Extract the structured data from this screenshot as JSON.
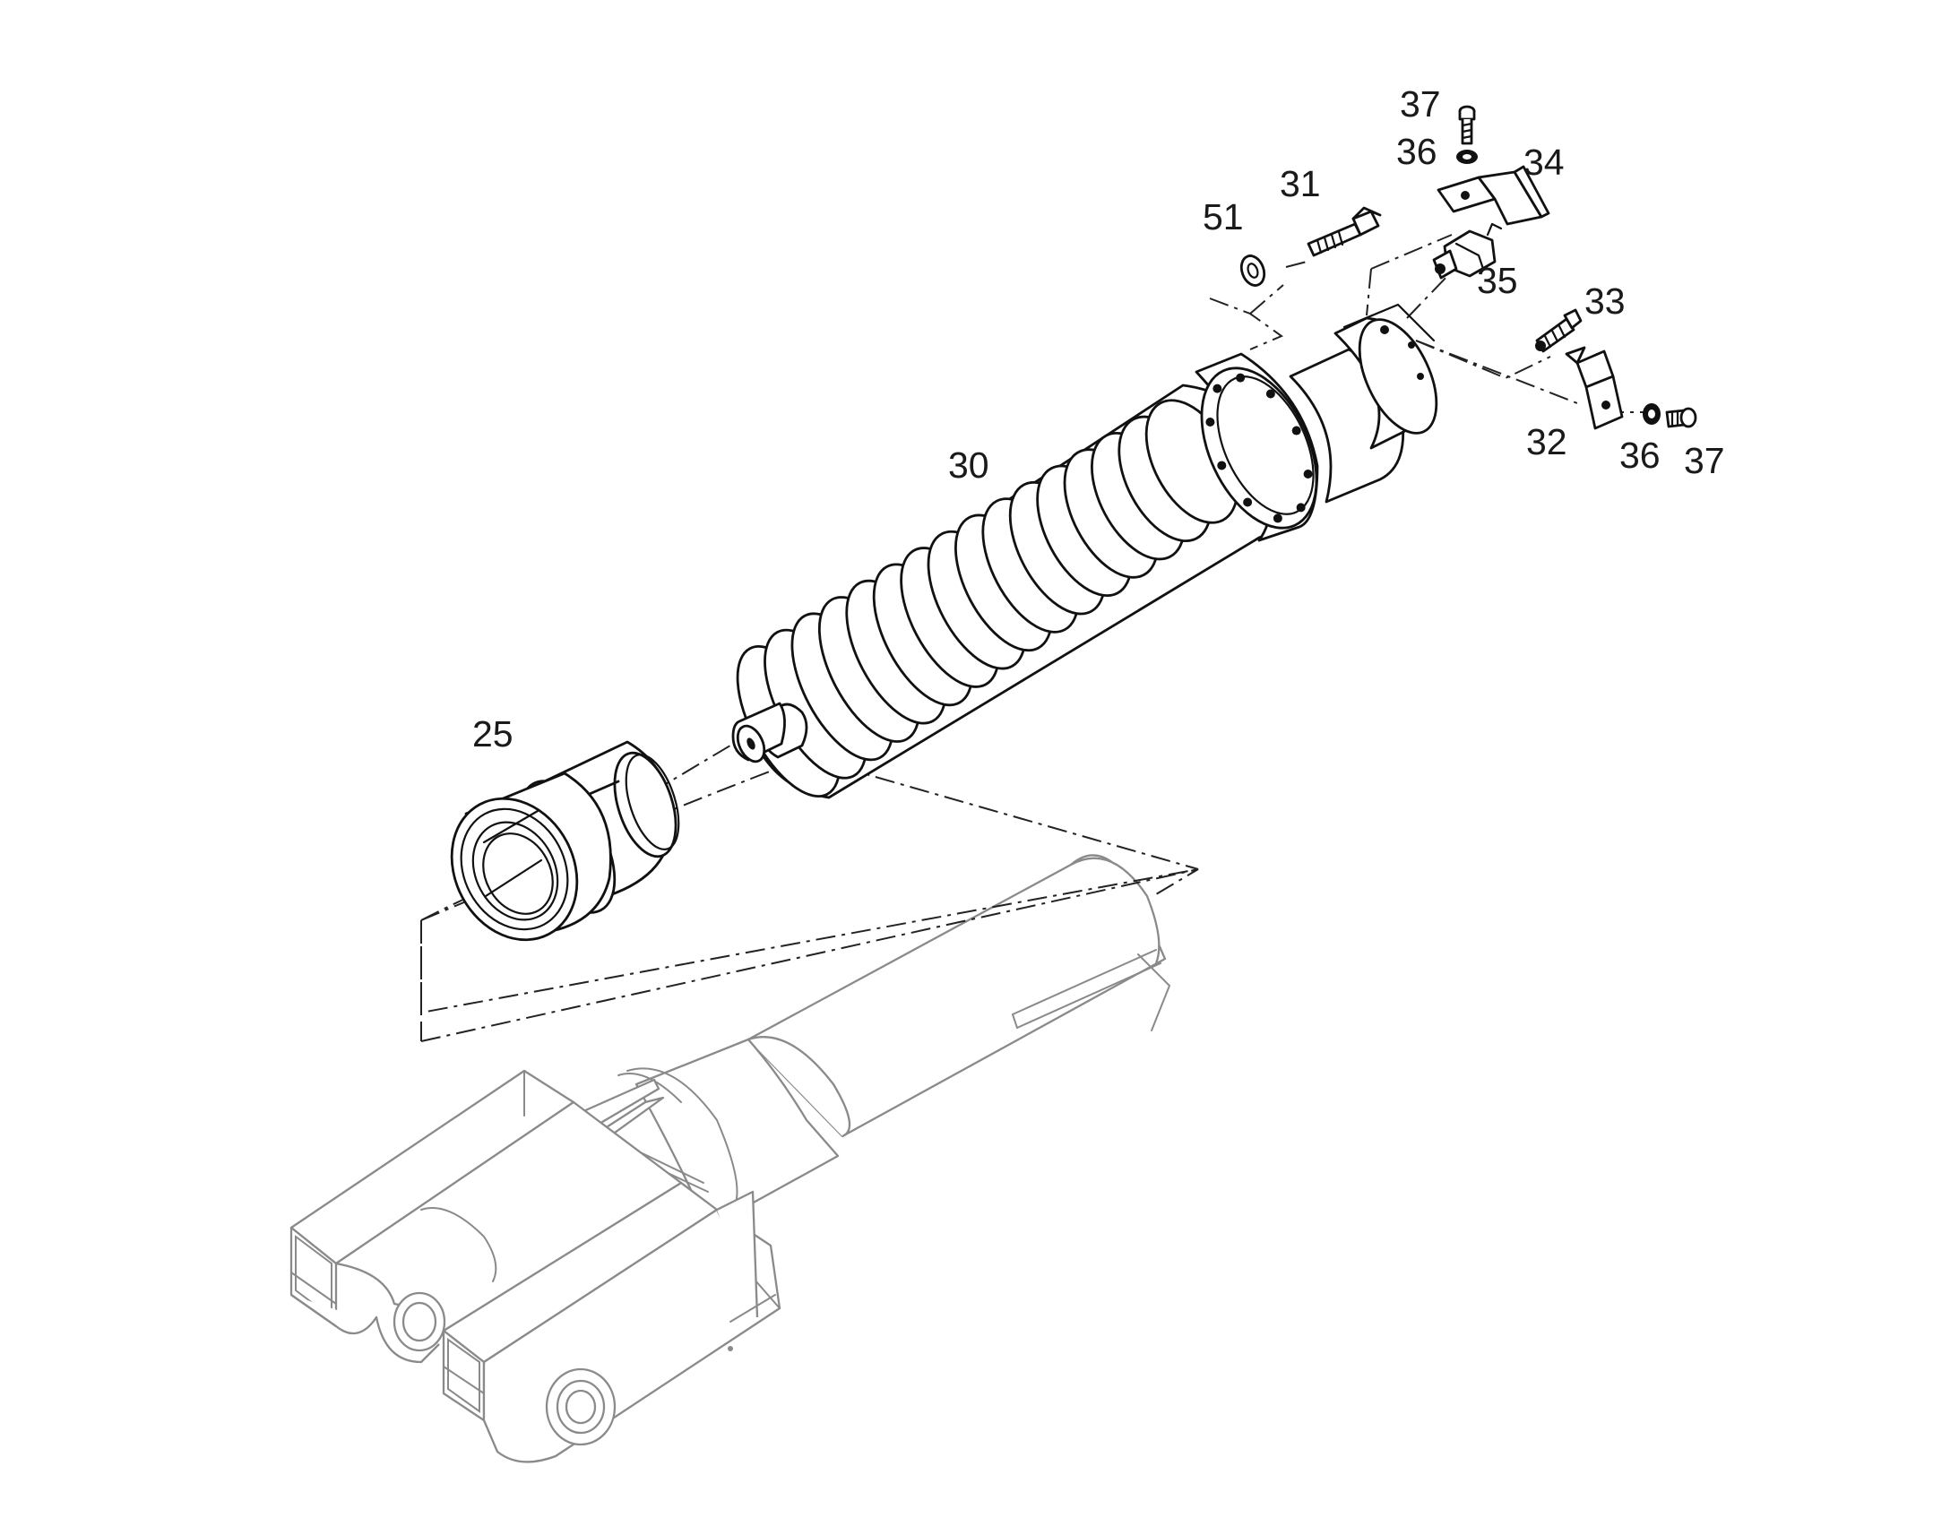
{
  "callouts": [
    {
      "id": "25",
      "label": "25"
    },
    {
      "id": "30",
      "label": "30"
    },
    {
      "id": "31",
      "label": "31"
    },
    {
      "id": "32",
      "label": "32"
    },
    {
      "id": "33",
      "label": "33"
    },
    {
      "id": "34",
      "label": "34"
    },
    {
      "id": "35",
      "label": "35"
    },
    {
      "id": "36a",
      "label": "36"
    },
    {
      "id": "36b",
      "label": "36"
    },
    {
      "id": "37a",
      "label": "37"
    },
    {
      "id": "37b",
      "label": "37"
    },
    {
      "id": "51",
      "label": "51"
    }
  ],
  "colors": {
    "line": "#111111",
    "ghost": "#8a8a8a",
    "background": "#ffffff"
  }
}
